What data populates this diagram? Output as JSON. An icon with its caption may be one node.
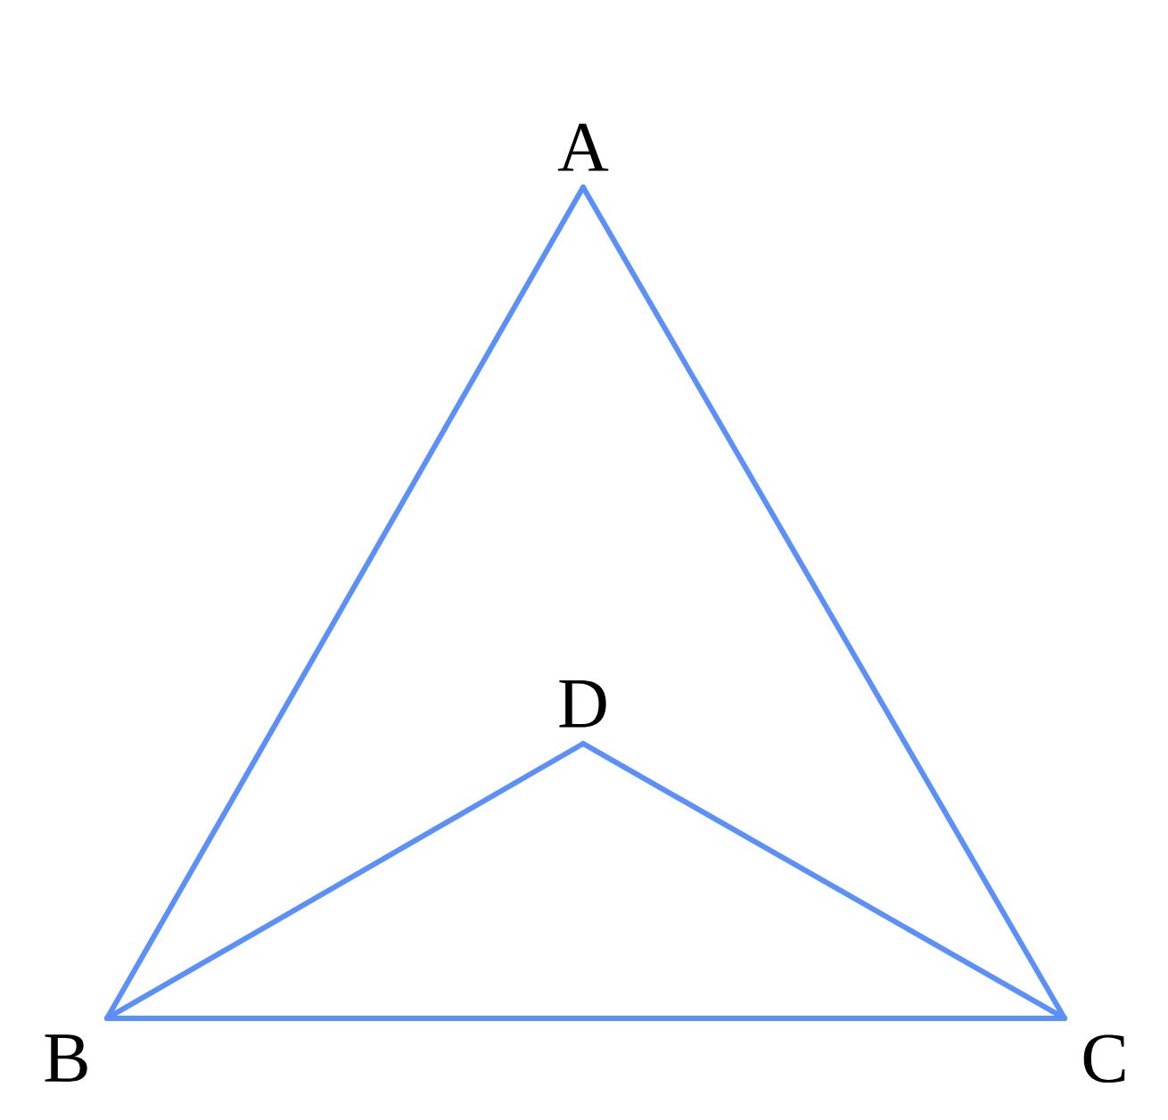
{
  "diagram": {
    "nodes": [
      {
        "text": [
          "A"
        ]
      },
      {
        "text": [
          "B"
        ]
      },
      {
        "text": [
          "C"
        ]
      },
      {
        "text": [
          "D"
        ]
      }
    ],
    "edges": [
      {
        "from": 0,
        "to": 1,
        "arrow": "none"
      },
      {
        "from": 0,
        "to": 2,
        "arrow": "none"
      },
      {
        "from": 1,
        "to": 2,
        "arrow": "none"
      },
      {
        "from": 1,
        "to": 3,
        "arrow": "none"
      },
      {
        "from": 3,
        "to": 2,
        "arrow": "none"
      }
    ]
  }
}
